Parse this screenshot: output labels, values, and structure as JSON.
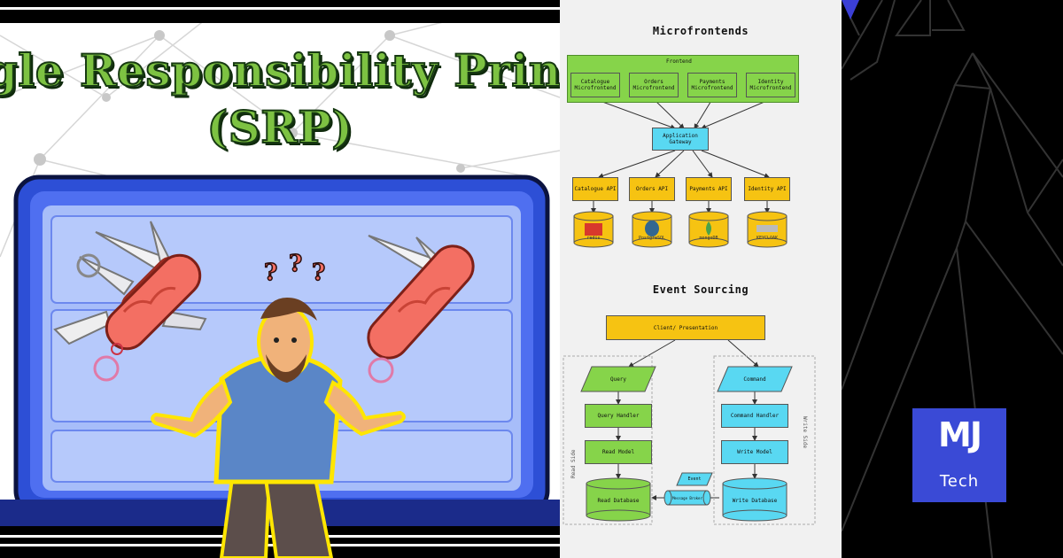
{
  "left_panel": {
    "title_line_1": "ngle Responsibility Princi",
    "title_line_2": "(SRP)",
    "question_marks": "? ? ?"
  },
  "microfrontends": {
    "title": "Microfrontends",
    "group_label": "Frontend",
    "frontends": [
      "Catalogue Microfrontend",
      "Orders Microfrontend",
      "Payments Microfrontend",
      "Identity Microfrontend"
    ],
    "gateway": "Application Gateway",
    "apis": [
      "Catalogue API",
      "Orders API",
      "Payments API",
      "Identity API"
    ],
    "databases": [
      "redis",
      "PostgreSQL",
      "mongoDB",
      "KEYCLOAK"
    ]
  },
  "event_sourcing": {
    "title": "Event Sourcing",
    "client": "Client/ Presentation",
    "read_side_label": "Read Side",
    "write_side_label": "Write Side",
    "query": "Query",
    "query_handler": "Query Handler",
    "read_model": "Read Model",
    "read_database": "Read Database",
    "command": "Command",
    "command_handler": "Command Handler",
    "write_model": "Write Model",
    "write_database": "Write Database",
    "event": "Event",
    "message_broker": "Message Broker"
  },
  "logo": {
    "main": "MJ",
    "sub": "Tech"
  },
  "colors": {
    "title_green": "#7dc242",
    "laptop_blue": "#2d4fd6",
    "screen_blue": "#9db4f7",
    "diagram_green": "#86d44a",
    "diagram_cyan": "#59d8f2",
    "diagram_yellow": "#f6c312",
    "logo_blue": "#3a4ad6"
  }
}
